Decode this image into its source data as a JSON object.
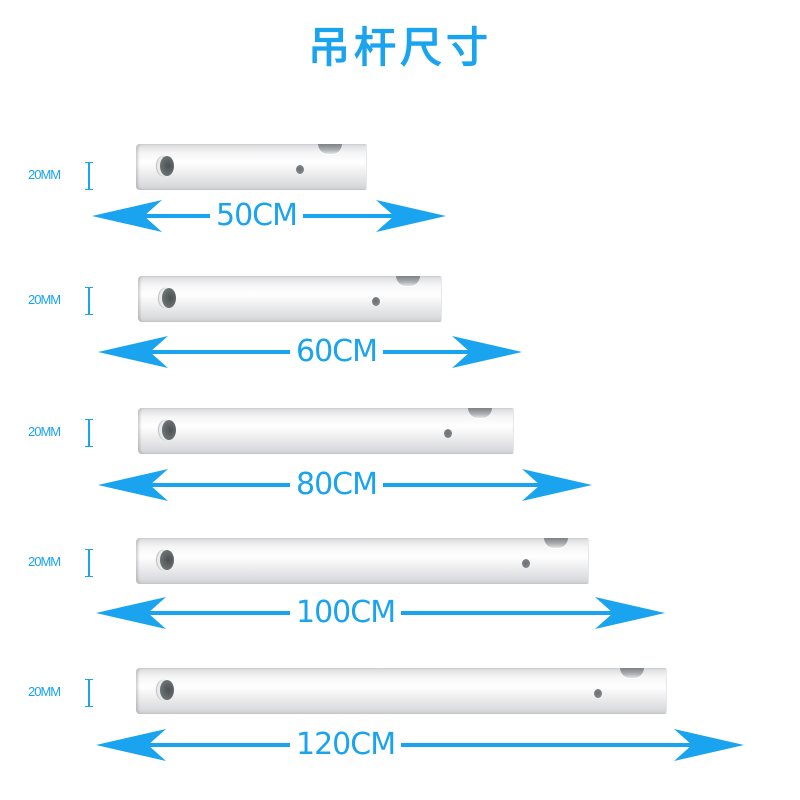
{
  "title": "吊杆尺寸",
  "accent_color": "#1aa3ee",
  "rods": [
    {
      "diameter_label": "20MM",
      "length_label": "50CM",
      "length_cm": 50,
      "diameter_mm": 20
    },
    {
      "diameter_label": "20MM",
      "length_label": "60CM",
      "length_cm": 60,
      "diameter_mm": 20
    },
    {
      "diameter_label": "20MM",
      "length_label": "80CM",
      "length_cm": 80,
      "diameter_mm": 20
    },
    {
      "diameter_label": "20MM",
      "length_label": "100CM",
      "length_cm": 100,
      "diameter_mm": 20
    },
    {
      "diameter_label": "20MM",
      "length_label": "120CM",
      "length_cm": 120,
      "diameter_mm": 20
    }
  ],
  "icons": {
    "arrow": "double-headed-arrow",
    "bracket": "dimension-bracket"
  }
}
